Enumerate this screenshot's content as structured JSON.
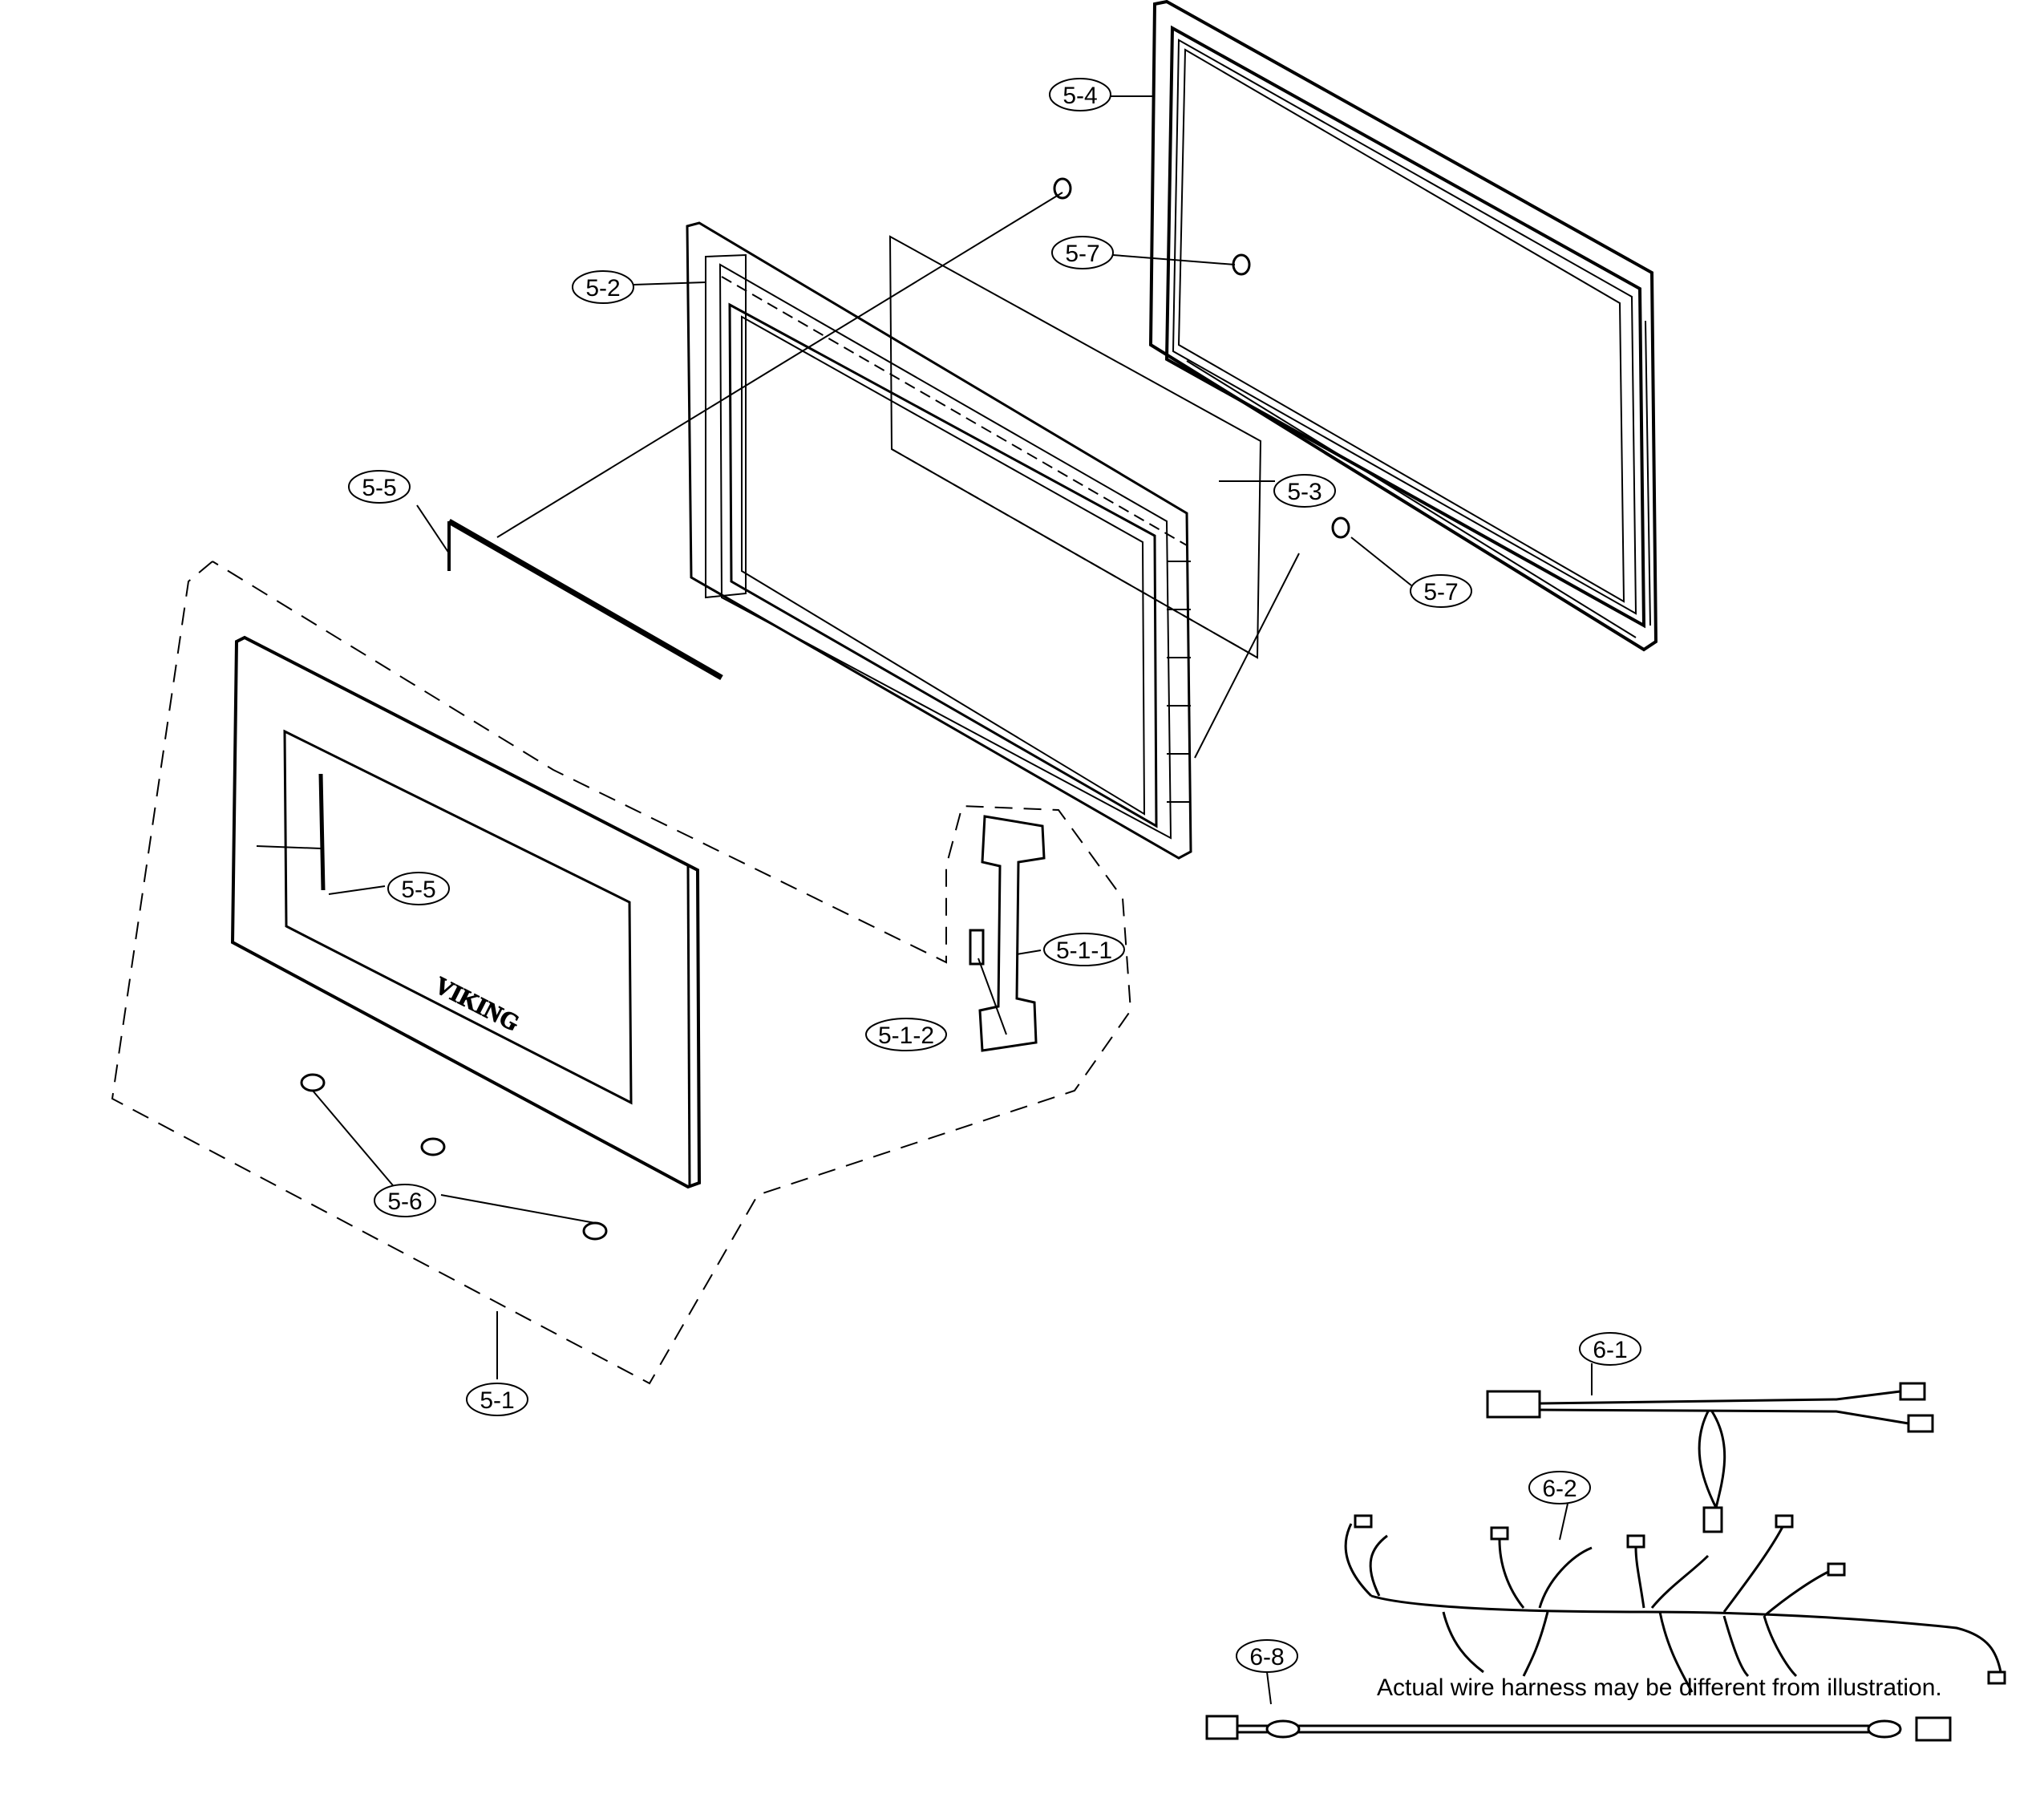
{
  "diagram": {
    "callouts": {
      "c_5_4": "5-4",
      "c_5_2": "5-2",
      "c_5_7_top": "5-7",
      "c_5_3": "5-3",
      "c_5_7_right": "5-7",
      "c_5_5_top": "5-5",
      "c_5_5_door": "5-5",
      "c_5_1_1": "5-1-1",
      "c_5_1_2": "5-1-2",
      "c_5_6": "5-6",
      "c_5_1": "5-1",
      "c_6_1": "6-1",
      "c_6_2": "6-2",
      "c_6_8": "6-8"
    },
    "brand": "VIKING",
    "note": "Actual wire harness may be different from illustration."
  }
}
